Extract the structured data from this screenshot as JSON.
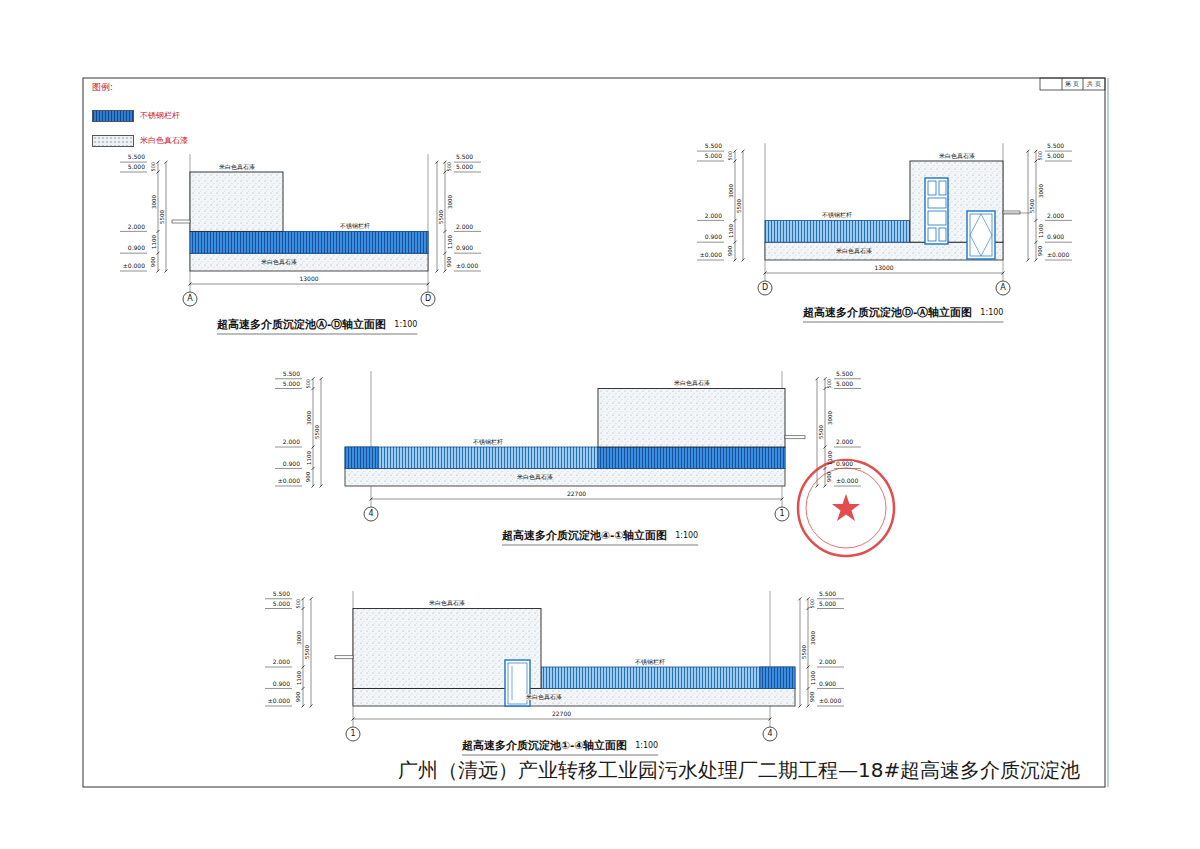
{
  "diagram": {
    "title": "广州（清远）产业转移工业园污水处理厂二期工程—18#超高速多介质沉淀池",
    "labels": [
      "图例:",
      "第 页",
      "共 页",
      "5.500",
      "5.000",
      "2.000",
      "0.900",
      "±0.000",
      "500",
      "3000",
      "5500",
      "1100",
      "900",
      "5.500",
      "5.000",
      "2.000",
      "0.900",
      "±0.000",
      "500",
      "3000",
      "5500",
      "1100",
      "900",
      "13000",
      "A",
      "D",
      "米白色真石漆",
      "不锈钢栏杆",
      "米白色真石漆",
      "超高速多介质沉淀池Ⓐ-Ⓓ轴立面图",
      "1:100",
      "5.500",
      "5.000",
      "2.000",
      "0.900",
      "±0.000",
      "500",
      "3000",
      "5500",
      "1100",
      "900",
      "5.500",
      "5.000",
      "2.000",
      "0.900",
      "±0.000",
      "500",
      "3000",
      "5500",
      "1100",
      "900",
      "13000",
      "D",
      "A",
      "米白色真石漆",
      "不锈钢栏杆",
      "米白色真石漆",
      "超高速多介质沉淀池Ⓓ-Ⓐ轴立面图",
      "1:100",
      "5.500",
      "5.000",
      "2.000",
      "0.900",
      "±0.000",
      "500",
      "3000",
      "5500",
      "1100",
      "900",
      "5.500",
      "5.000",
      "2.000",
      "0.900",
      "±0.000",
      "500",
      "3000",
      "5500",
      "1100",
      "900",
      "22700",
      "4",
      "1",
      "米白色真石漆",
      "不锈钢栏杆",
      "米白色真石漆",
      "超高速多介质沉淀池④-①轴立面图",
      "1:100",
      "5.500",
      "5.000",
      "2.000",
      "0.900",
      "±0.000",
      "500",
      "3000",
      "5500",
      "1100",
      "900",
      "5.500",
      "5.000",
      "2.000",
      "0.900",
      "±0.000",
      "500",
      "3000",
      "5500",
      "1100",
      "900",
      "22700",
      "1",
      "4",
      "米白色真石漆",
      "不锈钢栏杆",
      "米白色真石漆",
      "超高速多介质沉淀池①-④轴立面图",
      "1:100"
    ],
    "legend": [
      {
        "text": "不锈钢栏杆",
        "color": "#2b7fd4"
      },
      {
        "text": "米白色真石漆",
        "color": "#eef1f3"
      }
    ]
  }
}
